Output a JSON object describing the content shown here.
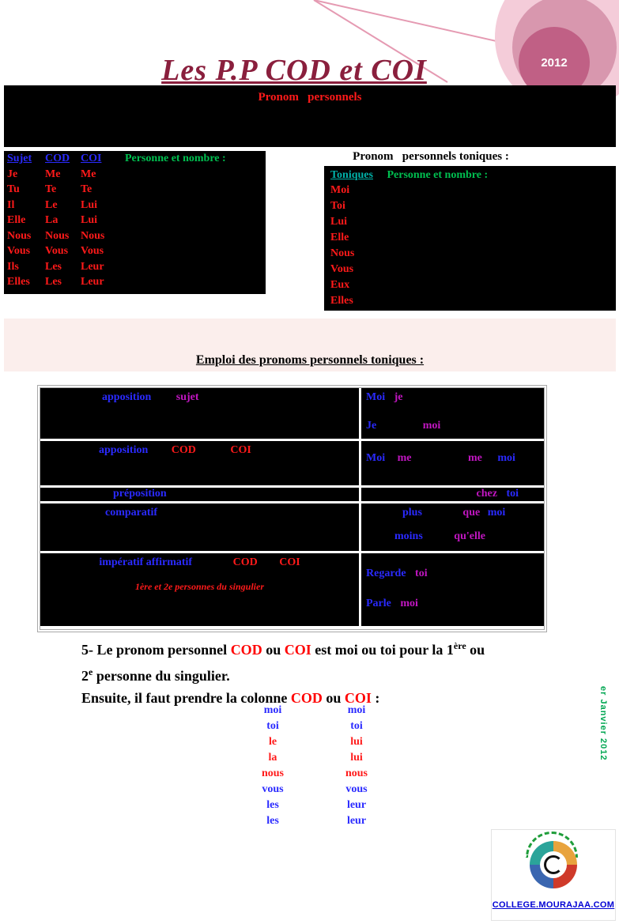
{
  "page": {
    "title": "Les P.P COD et COI",
    "year": "2012",
    "vertical_date": "er Janvier 2012"
  },
  "colors": {
    "accent_red": "#ff0000",
    "accent_blue": "#2a2aff",
    "accent_magenta": "#c116c1",
    "accent_green": "#00b050",
    "accent_teal": "#00b2a9",
    "title_maroon": "#8a1f3d",
    "circle_pink": "#c06085"
  },
  "banner": {
    "title": "Pronom   personnels"
  },
  "pronoun_table": {
    "headers": [
      "Sujet",
      "COD",
      "COI"
    ],
    "note": "Personne et nombre :",
    "rows": [
      [
        "Je",
        "Me",
        "Me"
      ],
      [
        "Tu",
        "Te",
        "Te"
      ],
      [
        "Il",
        "Le",
        "Lui"
      ],
      [
        "Elle",
        "La",
        "Lui"
      ],
      [
        "Nous",
        "Nous",
        "Nous"
      ],
      [
        "Vous",
        "Vous",
        "Vous"
      ],
      [
        "Ils",
        "Les",
        "Leur"
      ],
      [
        "Elles",
        "Les",
        "Leur"
      ]
    ]
  },
  "tonic": {
    "heading": "Pronom   personnels toniques :",
    "label": "Toniques",
    "note": "Personne et nombre :",
    "items": [
      "Moi",
      "Toi",
      "Lui",
      "Elle",
      "Nous",
      "Vous",
      "Eux",
      "Elles"
    ]
  },
  "emploi": {
    "heading": "Emploi des pronoms personnels toniques :",
    "rows": [
      {
        "left": [
          {
            "t": "apposition",
            "c": "blue"
          },
          {
            "t": "sujet",
            "c": "magenta"
          }
        ],
        "right1": [
          {
            "t": "Moi",
            "c": "blue"
          },
          {
            "t": "je",
            "c": "magenta"
          }
        ],
        "right2": [
          {
            "t": "Je",
            "c": "blue"
          },
          {
            "t": "moi",
            "c": "magenta"
          }
        ]
      },
      {
        "left": [
          {
            "t": "apposition",
            "c": "blue"
          },
          {
            "t": "COD",
            "c": "red"
          },
          {
            "t": "COI",
            "c": "red"
          }
        ],
        "right1": [
          {
            "t": "Moi",
            "c": "blue"
          },
          {
            "t": "me",
            "c": "magenta"
          },
          {
            "t": "me",
            "c": "magenta"
          },
          {
            "t": "moi",
            "c": "blue"
          }
        ]
      },
      {
        "left": [
          {
            "t": "préposition",
            "c": "blue"
          }
        ],
        "right1": [
          {
            "t": "chez",
            "c": "magenta"
          },
          {
            "t": "toi",
            "c": "blue"
          }
        ]
      },
      {
        "left": [
          {
            "t": "comparatif",
            "c": "blue"
          }
        ],
        "right1": [
          {
            "t": "plus",
            "c": "blue"
          },
          {
            "t": "que",
            "c": "magenta"
          },
          {
            "t": "moi",
            "c": "blue"
          }
        ],
        "right2": [
          {
            "t": "moins",
            "c": "blue"
          },
          {
            "t": "qu'elle",
            "c": "magenta"
          }
        ]
      },
      {
        "left": [
          {
            "t": "impératif affirmatif",
            "c": "blue"
          },
          {
            "t": "COD",
            "c": "red"
          },
          {
            "t": "COI",
            "c": "red"
          }
        ],
        "left2": "1ère et 2e personnes du singulier",
        "right1": [
          {
            "t": "Regarde",
            "c": "blue"
          },
          {
            "t": "toi",
            "c": "magenta"
          }
        ],
        "right2": [
          {
            "t": "Parle",
            "c": "blue"
          },
          {
            "t": "moi",
            "c": "magenta"
          }
        ]
      }
    ]
  },
  "note5": {
    "l1a": "5- Le pronom personnel ",
    "cod": "COD",
    "ou": " ou ",
    "coi": "COI",
    "l1b": " est moi ou toi pour la 1",
    "sup1": "ère",
    "l1c": " ou",
    "l2a": "2",
    "sup2": "e",
    "l2b": " personne du singulier.",
    "l3a": "Ensuite, il faut prendre la colonne ",
    "l3b": " ou ",
    "l3c": " :"
  },
  "columns": {
    "cod": [
      {
        "t": "moi",
        "c": "blue"
      },
      {
        "t": "toi",
        "c": "blue"
      },
      {
        "t": "le",
        "c": "red"
      },
      {
        "t": "la",
        "c": "red"
      },
      {
        "t": "nous",
        "c": "red"
      },
      {
        "t": "vous",
        "c": "blue"
      },
      {
        "t": "les",
        "c": "blue"
      },
      {
        "t": "les",
        "c": "blue"
      }
    ],
    "coi": [
      {
        "t": "moi",
        "c": "blue"
      },
      {
        "t": "toi",
        "c": "blue"
      },
      {
        "t": "lui",
        "c": "red"
      },
      {
        "t": "lui",
        "c": "red"
      },
      {
        "t": "nous",
        "c": "red"
      },
      {
        "t": "vous",
        "c": "blue"
      },
      {
        "t": "leur",
        "c": "blue"
      },
      {
        "t": "leur",
        "c": "blue"
      }
    ]
  },
  "logo": {
    "caption": "COLLEGE.MOURAJAA.COM"
  }
}
